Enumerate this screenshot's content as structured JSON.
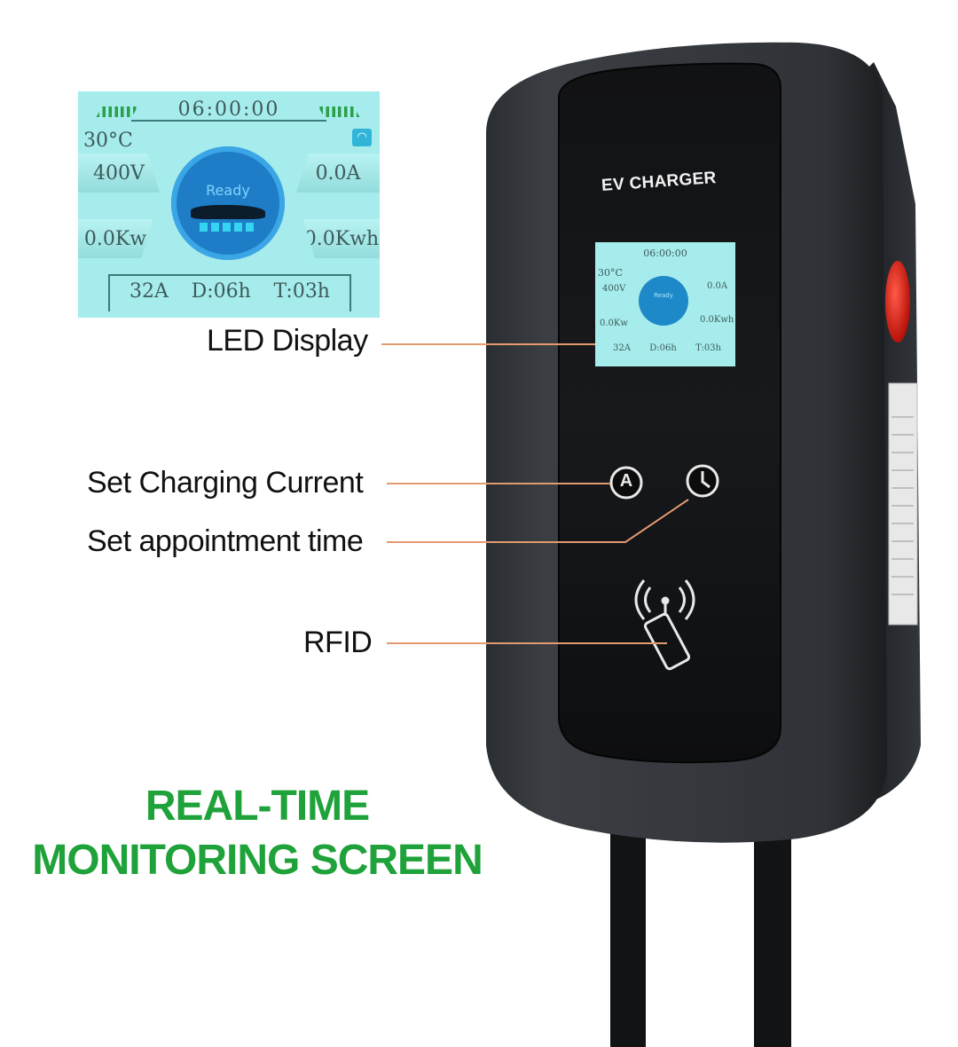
{
  "lcd": {
    "time": "06:00:00",
    "temperature": "30°C",
    "voltage": "400V",
    "current": "0.0A",
    "power": "0.0Kw",
    "energy": "0.0Kwh",
    "status": "Ready",
    "footer": {
      "amps": "32A",
      "delay": "D:06h",
      "timer": "T:03h"
    }
  },
  "device": {
    "brand_label": "EV CHARGER"
  },
  "callouts": {
    "led_display": "LED Display",
    "set_charging_current": "Set Charging Current",
    "set_appointment_time": "Set appointment time",
    "rfid": "RFID"
  },
  "buttons": {
    "current_button_glyph": "A"
  },
  "headline": {
    "line1": "REAL-TIME",
    "line2": "MONITORING SCREEN"
  },
  "colors": {
    "headline_green": "#1fa23a",
    "lcd_background": "#a6ecec",
    "leader_line": "#e39a6e",
    "emergency_red": "#e02418"
  }
}
